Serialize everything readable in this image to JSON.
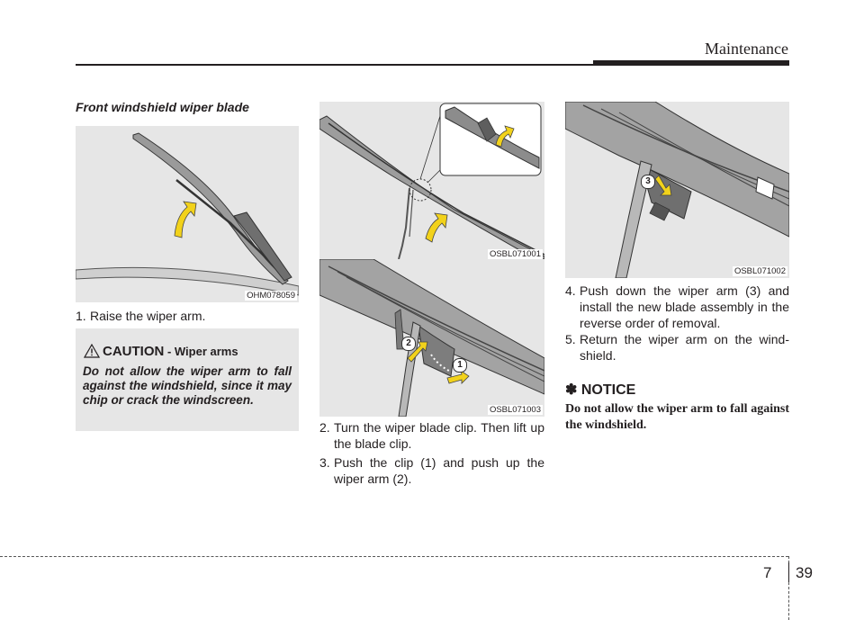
{
  "header": {
    "title": "Maintenance"
  },
  "section": {
    "title": "Front windshield wiper blade"
  },
  "figures": {
    "f1": {
      "code": "OHM078059"
    },
    "f2": {
      "code": "OSBL071001"
    },
    "f3": {
      "code": "OSBL071003",
      "callouts": [
        "2",
        "1"
      ]
    },
    "f4": {
      "code": "OSBL071002",
      "callouts": [
        "3"
      ]
    }
  },
  "steps": [
    {
      "num": "1.",
      "text": "Raise the wiper arm."
    },
    {
      "num": "2.",
      "text": "Turn the wiper blade clip. Then lift up the blade clip."
    },
    {
      "num": "3.",
      "text": "Push the clip (1) and push up the wiper arm (2)."
    },
    {
      "num": "4.",
      "text": "Push down the wiper arm (3) and install the new blade assembly in the reverse order of removal."
    },
    {
      "num": "5.",
      "text": "Return the wiper arm on the wind-shield."
    }
  ],
  "caution": {
    "label": "CAUTION",
    "subtitle": " - Wiper arms",
    "text": "Do not allow the wiper arm to fall against the windshield, since it may chip or crack the windscreen."
  },
  "notice": {
    "label": "✽ NOTICE",
    "text": "Do not allow the wiper arm to fall against the windshield."
  },
  "footer": {
    "chapter": "7",
    "page": "39"
  },
  "colors": {
    "arrow_fill": "#f2d21b",
    "figure_bg": "#e6e6e6",
    "text": "#231f20"
  }
}
